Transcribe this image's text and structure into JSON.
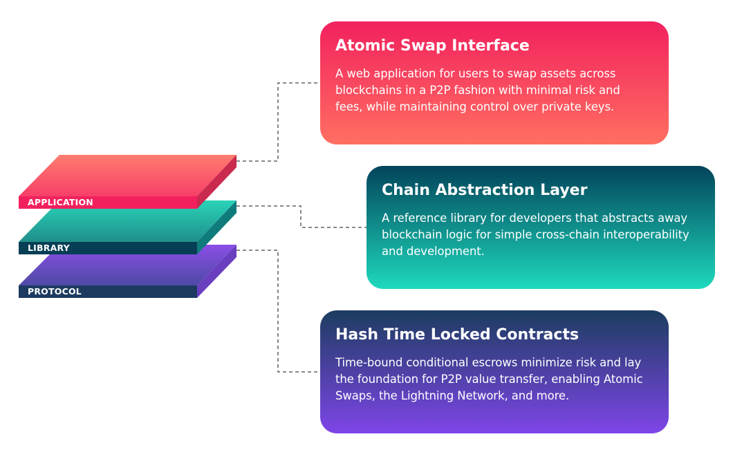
{
  "layers": [
    {
      "key": "application",
      "label": "APPLICATION",
      "title": "Atomic Swap Interface",
      "description": "A web application for users to swap assets across blockchains in a P2P fashion with minimal risk and fees, while maintaining control over private keys.",
      "colors": {
        "top_back": "#ff7d6e",
        "top_front": "#f73e68",
        "front": "#f2215e",
        "side": "#c92a4e"
      }
    },
    {
      "key": "library",
      "label": "LIBRARY",
      "title": "Chain Abstraction Layer",
      "description": "A reference library for developers that abstracts away blockchain logic for simple cross-chain interoperability and development.",
      "colors": {
        "top_back": "#2ad3b8",
        "top_front": "#1f8f8a",
        "front": "#063e55",
        "side": "#0f7b7b"
      }
    },
    {
      "key": "protocol",
      "label": "PROTOCOL",
      "title": "Hash Time Locked Contracts",
      "description": "Time-bound conditional escrows minimize risk and lay the foundation for P2P value transfer, enabling Atomic Swaps, the Lightning Network, and more.",
      "colors": {
        "top_back": "#8a4ee6",
        "top_front": "#4e4aa6",
        "front": "#1d3b60",
        "side": "#6a3fbf"
      }
    }
  ],
  "connector_color": "#444444"
}
